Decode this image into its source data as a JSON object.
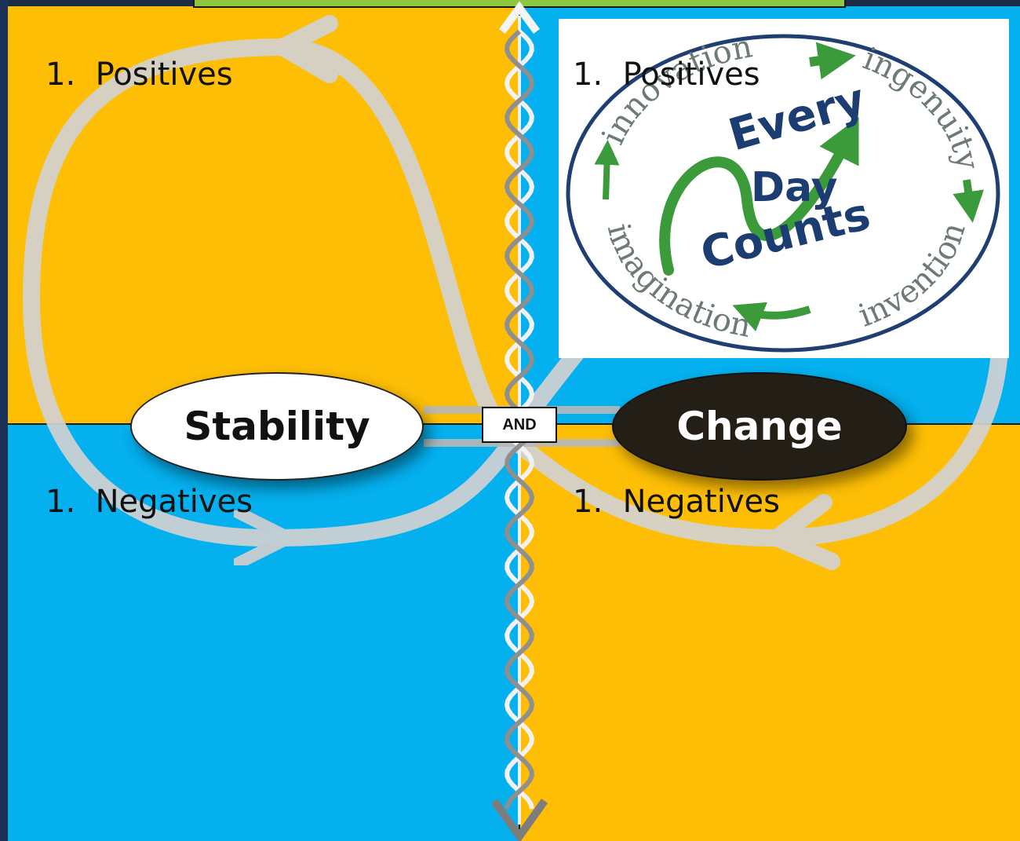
{
  "quadrants": {
    "top_left": {
      "label": "1.  Positives"
    },
    "top_right": {
      "label": "1.  Positives"
    },
    "bottom_left": {
      "label": "1.  Negatives"
    },
    "bottom_right": {
      "label": "1.  Negatives"
    }
  },
  "poles": {
    "left": "Stability",
    "connector": "AND",
    "right": "Change"
  },
  "logo": {
    "center_words": [
      "Every",
      "Day",
      "Counts"
    ],
    "ring_words": [
      "innovation",
      "ingenuity",
      "invention",
      "imagination"
    ]
  },
  "colors": {
    "gold": "#fdbe05",
    "blue": "#04b0ee",
    "green": "#8dc63f",
    "logo_arrow": "#3b9a3a"
  }
}
